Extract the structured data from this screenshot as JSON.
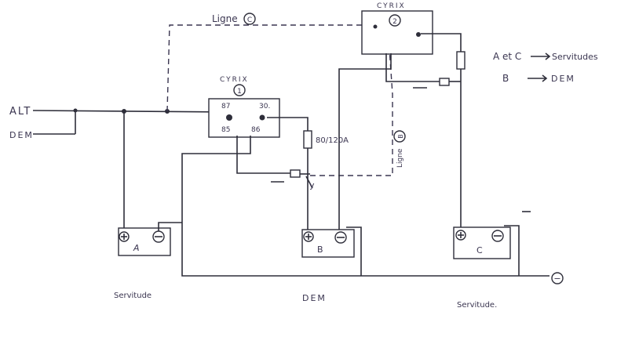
{
  "labels": {
    "alt": "ALT",
    "dem_input": "DEM",
    "ligne_c": "Ligne",
    "ligne_c_num": "C",
    "ligne_b": "Ligne",
    "ligne_b_num": "B",
    "cyrix_top_name": "CYRIX",
    "cyrix_top_num": "2",
    "cyrix_mid_name": "CYRIX",
    "cyrix_mid_num": "1",
    "t87": "87",
    "t30": "30.",
    "t85": "85",
    "t86": "86",
    "fuse": "80/120A",
    "junction_y": "y",
    "legend_line1_a": "A et C",
    "legend_line1_b": "Servitudes",
    "legend_line2_a": "B",
    "legend_line2_b": "DEM",
    "battery_a": "A",
    "battery_b": "B",
    "battery_c": "C",
    "caption_a": "Servitude",
    "caption_b": "DEM",
    "caption_c": "Servitude.",
    "ground_symbol": "−"
  }
}
